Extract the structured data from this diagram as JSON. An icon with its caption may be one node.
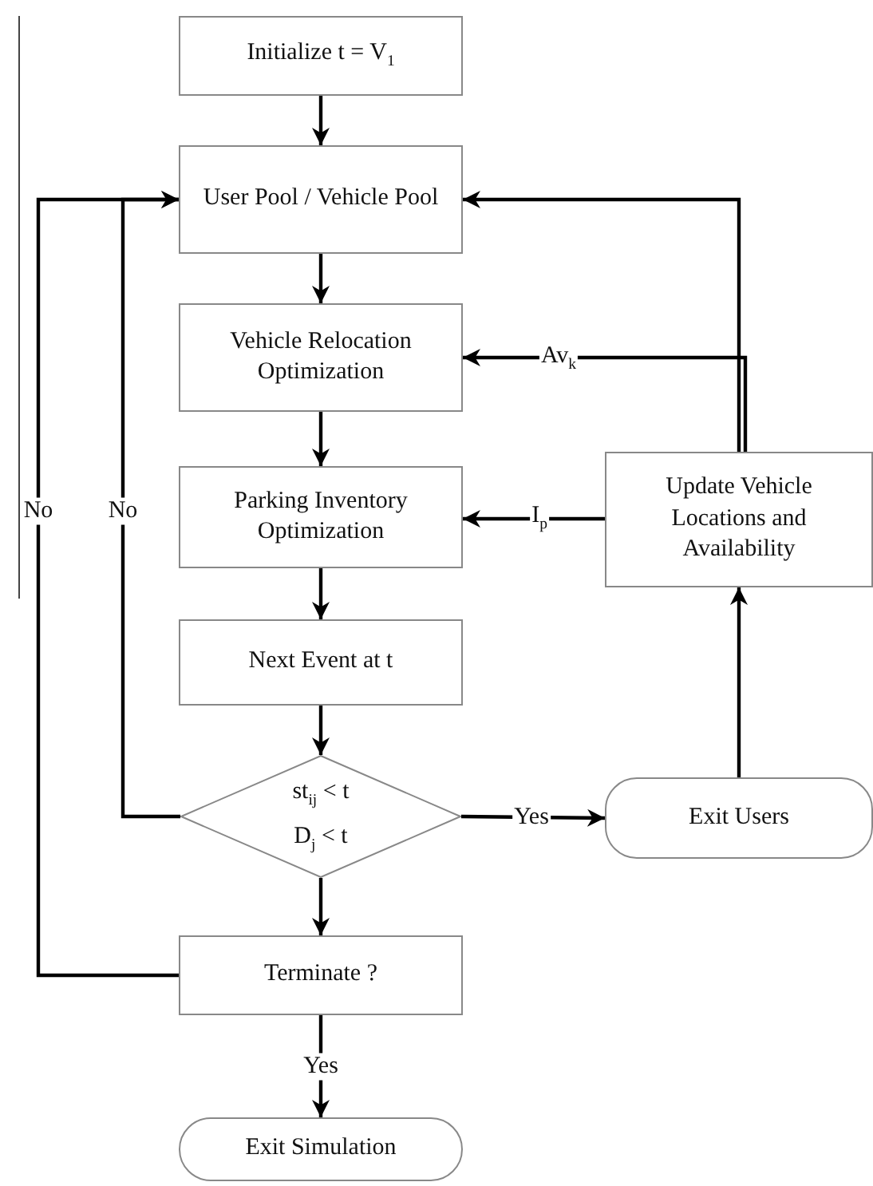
{
  "diagram": {
    "nodes": [
      {
        "text": [
          "Initialize t = V$_{1}$"
        ]
      },
      {
        "text": [
          "User Pool / Vehicle Pool"
        ]
      },
      {
        "text": [
          "Vehicle Relocation Optimization"
        ]
      },
      {
        "text": [
          "Parking Inventory Optimization"
        ]
      },
      {
        "text": [
          "Next Event at t"
        ]
      },
      {
        "text": [
          "st$_{ij}$ < t",
          "D$_{j}$ < t"
        ]
      },
      {
        "text": [
          "Terminate ?"
        ]
      },
      {
        "text": [
          "Exit Simulation"
        ]
      },
      {
        "text": [
          "Update Vehicle Locations and Availability"
        ]
      },
      {
        "text": [
          "Exit Users"
        ]
      }
    ],
    "edges": [
      {
        "from": 0,
        "to": 1,
        "arrow": "to"
      },
      {
        "from": 1,
        "to": 2,
        "arrow": "to"
      },
      {
        "from": 2,
        "to": 3,
        "arrow": "to"
      },
      {
        "from": 3,
        "to": 4,
        "arrow": "to"
      },
      {
        "from": 4,
        "to": 5,
        "arrow": "to"
      },
      {
        "from": 5,
        "to": 6,
        "arrow": "to"
      },
      {
        "from": 6,
        "to": 7,
        "arrow": "to",
        "label": "Yes"
      },
      {
        "from": 5,
        "to": 9,
        "arrow": "to",
        "label": "Yes"
      },
      {
        "from": 9,
        "to": 8,
        "arrow": "to"
      },
      {
        "from": 8,
        "to": 1,
        "arrow": "to"
      },
      {
        "from": 8,
        "to": 2,
        "arrow": "to",
        "label": "Av$_{k}$"
      },
      {
        "from": 8,
        "to": 3,
        "arrow": "to",
        "label": "I$_{p}$"
      },
      {
        "from": 5,
        "to": 1,
        "arrow": "to",
        "label": "No"
      },
      {
        "from": 6,
        "to": 1,
        "arrow": "to",
        "label": "No"
      }
    ]
  }
}
